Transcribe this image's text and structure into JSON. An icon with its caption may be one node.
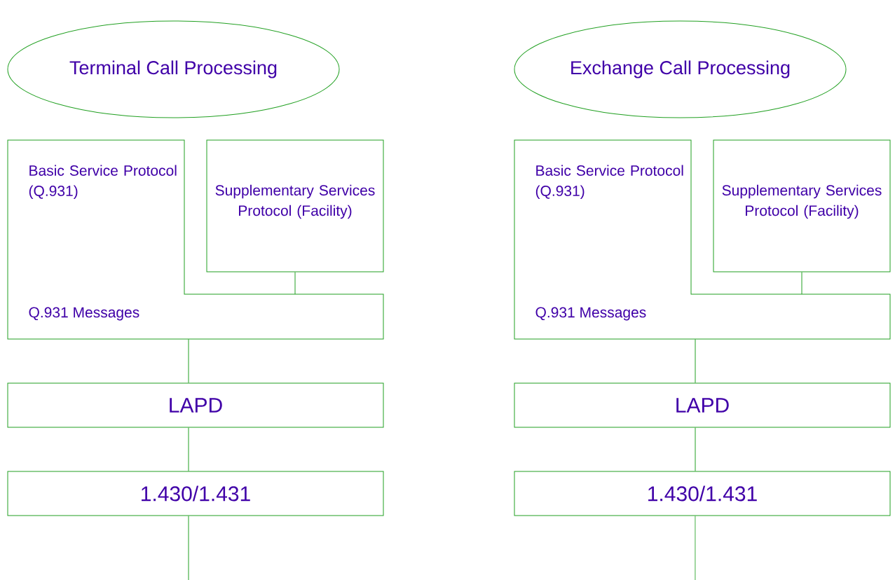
{
  "diagram": {
    "nodes": [
      {
        "text": [
          "Terminal Call Processing"
        ]
      },
      {
        "text": [
          "Basic Service Protocol (Q.931)",
          "Q.931 Messages"
        ]
      },
      {
        "text": [
          "Supplementary Services Protocol (Facility)"
        ]
      },
      {
        "text": [
          "LAPD"
        ]
      },
      {
        "text": [
          "1.430/1.431"
        ]
      },
      {
        "text": [
          "Exchange Call Processing"
        ]
      },
      {
        "text": [
          "Basic Service Protocol (Q.931)",
          "Q.931 Messages"
        ]
      },
      {
        "text": [
          "Supplementary Services Protocol (Facility)"
        ]
      },
      {
        "text": [
          "LAPD"
        ]
      },
      {
        "text": [
          "1.430/1.431"
        ]
      }
    ],
    "edges": [
      {
        "from": 2,
        "to": 1,
        "arrow": "none"
      },
      {
        "from": 1,
        "to": 3,
        "arrow": "none"
      },
      {
        "from": 3,
        "to": 4,
        "arrow": "none"
      },
      {
        "from": 4,
        "to": null,
        "arrow": "none"
      },
      {
        "from": 7,
        "to": 6,
        "arrow": "none"
      },
      {
        "from": 6,
        "to": 8,
        "arrow": "none"
      },
      {
        "from": 8,
        "to": 9,
        "arrow": "none"
      },
      {
        "from": 9,
        "to": null,
        "arrow": "none"
      }
    ]
  }
}
